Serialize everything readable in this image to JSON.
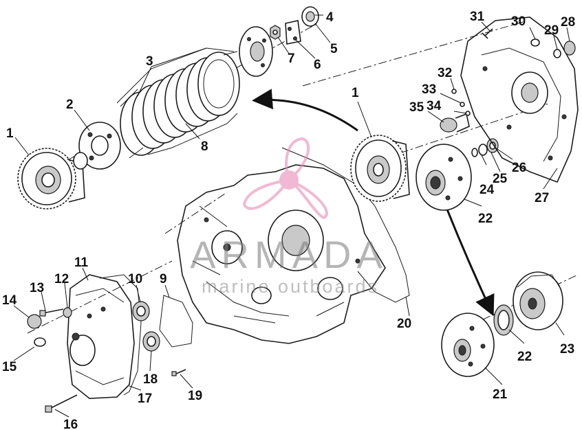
{
  "watermark": {
    "brand": "ARMADA",
    "tagline": "marine outboards",
    "accent_color": "#e98ab6"
  },
  "callouts": {
    "c1a": "1",
    "c1b": "1",
    "c2": "2",
    "c3": "3",
    "c4": "4",
    "c5": "5",
    "c6": "6",
    "c7": "7",
    "c8": "8",
    "c9": "9",
    "c10": "10",
    "c11": "11",
    "c12": "12",
    "c13": "13",
    "c14": "14",
    "c15": "15",
    "c16": "16",
    "c17": "17",
    "c18": "18",
    "c19": "19",
    "c20": "20",
    "c21": "21",
    "c22a": "22",
    "c22b": "22",
    "c23": "23",
    "c24": "24",
    "c25": "25",
    "c26": "26",
    "c27": "27",
    "c28": "28",
    "c29": "29",
    "c30": "30",
    "c31": "31",
    "c32": "32",
    "c33": "33",
    "c34": "34",
    "c35": "35"
  }
}
